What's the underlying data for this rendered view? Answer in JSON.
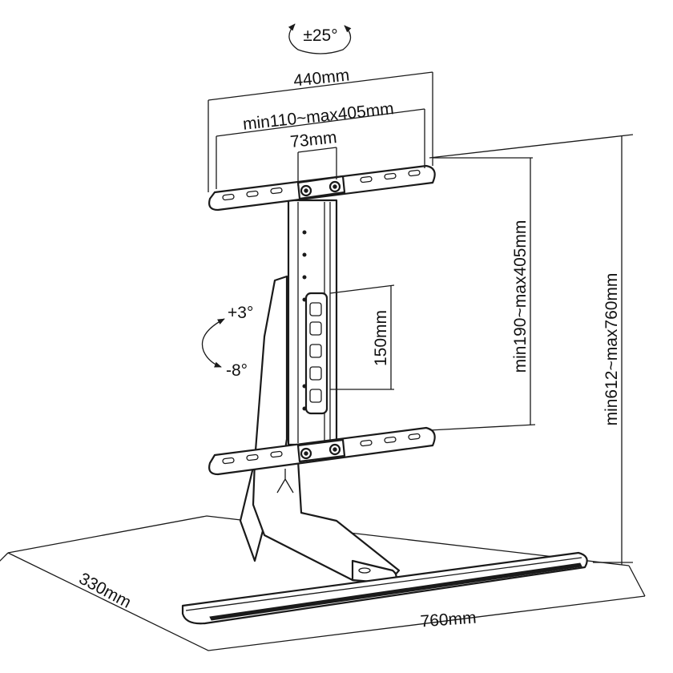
{
  "diagram": {
    "swivel_label": "±25°",
    "top_width_label": "440mm",
    "horizontal_range_label": "min110~max405mm",
    "center_gap_label": "73mm",
    "vertical_range_label": "min190~max405mm",
    "spacing_label": "150mm",
    "height_range_label": "min612~max760mm",
    "tilt_up_label": "+3°",
    "tilt_down_label": "-8°",
    "depth_label": "330mm",
    "base_width_label": "760mm"
  },
  "colors": {
    "ink": "#1a1a1a",
    "background": "#ffffff"
  }
}
